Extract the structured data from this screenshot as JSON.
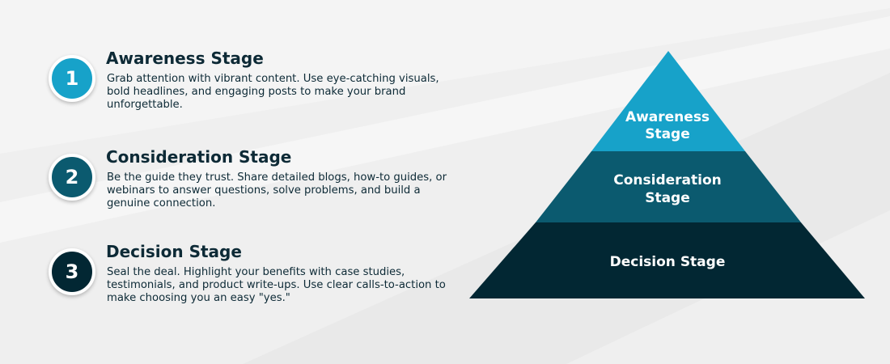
{
  "colors": {
    "awareness": "#17a2c9",
    "consideration": "#0b5a6f",
    "decision": "#022733",
    "text": "#0d2a36"
  },
  "steps": [
    {
      "number": "1",
      "title": "Awareness Stage",
      "description": "Grab attention with vibrant content. Use eye-catching visuals, bold headlines, and engaging posts to make your brand unforgettable."
    },
    {
      "number": "2",
      "title": "Consideration Stage",
      "description": "Be the guide they trust. Share detailed blogs, how-to guides, or webinars to answer questions, solve problems, and build a genuine connection."
    },
    {
      "number": "3",
      "title": "Decision Stage",
      "description": "Seal the deal. Highlight your benefits with case studies, testimonials, and product write-ups. Use clear calls-to-action to make choosing you an easy \"yes.\""
    }
  ],
  "pyramid": {
    "awareness": {
      "line1": "Awareness",
      "line2": "Stage"
    },
    "consideration": {
      "line1": "Consideration",
      "line2": "Stage"
    },
    "decision": {
      "line1": "Decision Stage"
    }
  }
}
